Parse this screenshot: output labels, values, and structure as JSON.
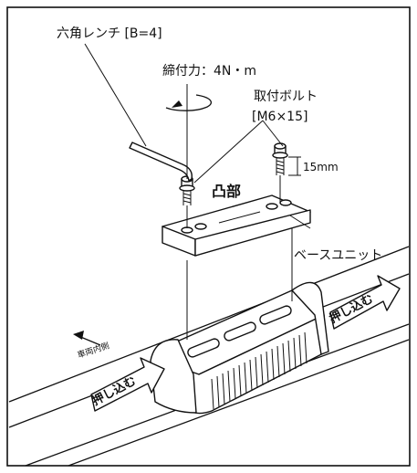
{
  "labels": {
    "wrench": "六角レンチ [B=4]",
    "torque": "締付力：4N・m",
    "bolt_line1": "取付ボルト",
    "bolt_line2": "[M6×15]",
    "bolt_length": "15mm",
    "convex": "凸部",
    "base_unit": "ベースユニット",
    "push_in_right": "押し込む",
    "push_in_left": "押し込む",
    "vehicle_inner": "車両内側"
  },
  "colors": {
    "line": "#111111",
    "background": "#ffffff",
    "arrow_fill": "#ffffff"
  }
}
